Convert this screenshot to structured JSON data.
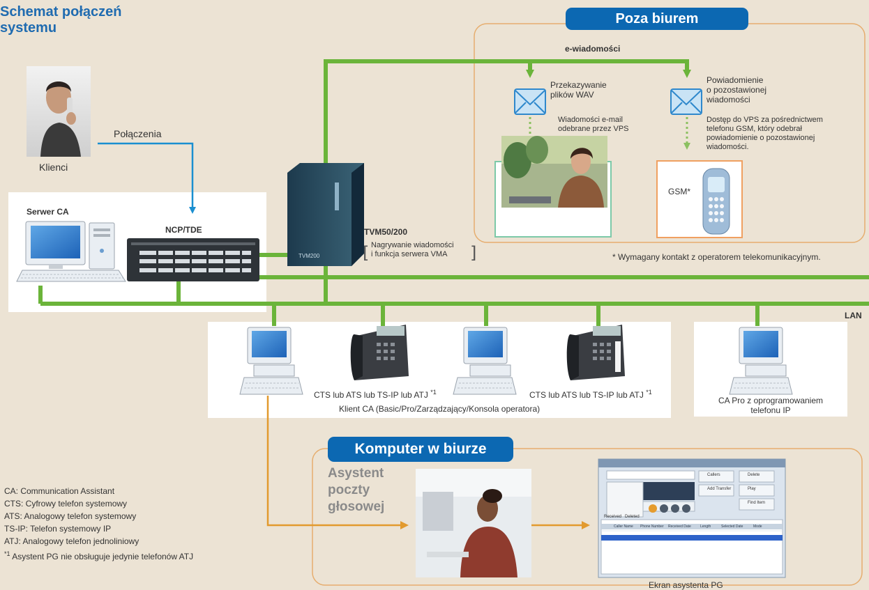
{
  "header": {
    "title_line1": "Schemat połączeń",
    "title_line2": "systemu"
  },
  "clients": {
    "caption": "Klienci",
    "connection_label": "Połączenia"
  },
  "server": {
    "label": "Serwer CA",
    "ncp_label": "NCP/TDE"
  },
  "tvm": {
    "label": "TVM50/200",
    "desc_line1": "Nagrywanie wiadomości",
    "desc_line2": "i funkcja serwera VMA"
  },
  "outside": {
    "badge": "Poza biurem",
    "emails": "e-wiadomości",
    "wav_line1": "Przekazywanie",
    "wav_line2": "plików WAV",
    "vps_email_line1": "Wiadomości e-mail",
    "vps_email_line2": "odebrane przez VPS",
    "notify_line1": "Powiadomienie",
    "notify_line2": "o pozostawionej",
    "notify_line3": "wiadomości",
    "gsm_desc_line1": "Dostęp do VPS za pośrednictwem",
    "gsm_desc_line2": "telefonu GSM, który odebrał",
    "gsm_desc_line3": "powiadomienie o pozostawionej",
    "gsm_desc_line4": "wiadomości.",
    "gsm_label": "GSM*",
    "footnote": "* Wymagany kontakt z operatorem telekomunikacyjnym."
  },
  "lan": {
    "label": "LAN"
  },
  "office_clients": {
    "phone_caption": "CTS lub ATS lub TS-IP lub ATJ",
    "phone_sup": "*1",
    "group_caption": "Klient CA (Basic/Pro/Zarządzający/Konsola operatora)",
    "ca_pro_line1": "CA Pro z oprogramowaniem",
    "ca_pro_line2": "telefonu IP"
  },
  "office": {
    "badge": "Komputer w biurze",
    "assistant_line1": "Asystent",
    "assistant_line2": "poczty",
    "assistant_line3": "głosowej",
    "screen_caption": "Ekran asystenta PG",
    "screen_buttons": [
      "Callers",
      "Delete",
      "Add Transfer",
      "Play",
      "Find Item"
    ],
    "screen_tabs": [
      "Received",
      "Deleted"
    ],
    "screen_columns": [
      "Caller Name",
      "Phone Number",
      "Received Date",
      "Length",
      "Selected Date",
      "Mode"
    ]
  },
  "legend": {
    "l1": "CA: Communication Assistant",
    "l2": "CTS: Cyfrowy telefon systemowy",
    "l3": "ATS: Analogowy telefon systemowy",
    "l4": "TS-IP: Telefon systemowy IP",
    "l5": "ATJ: Analogowy telefon jednoliniowy",
    "l6_sup": "*1",
    "l6": " Asystent PG nie obsługuje jedynie telefonów ATJ"
  },
  "colors": {
    "lan_green": "#6bb43a",
    "accent_blue": "#0c68b2",
    "orange": "#e29a2e",
    "frame": "#e6ad6e",
    "background": "#ece3d4"
  }
}
